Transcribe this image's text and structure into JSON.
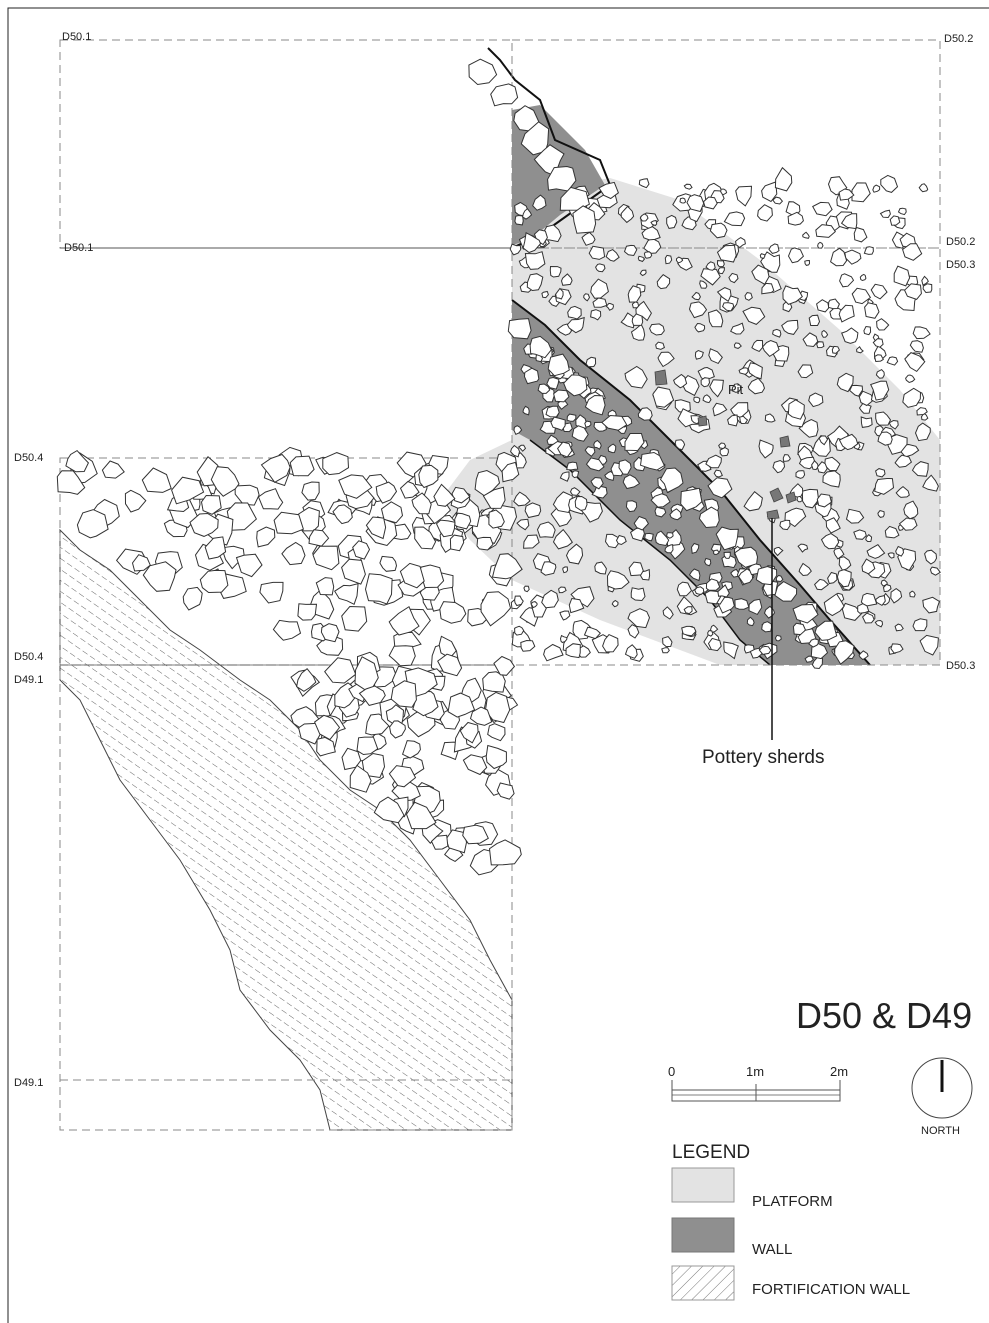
{
  "title": "D50 & D49",
  "points": {
    "d50_1_top": "D50.1",
    "d50_2_top": "D50.2",
    "d50_1_mid": "D50.1",
    "d50_2_mid": "D50.2",
    "d50_3_mid": "D50.3",
    "d50_4_top": "D50.4",
    "d50_4_bottom": "D50.4",
    "d50_3_bottom": "D50.3",
    "d49_1_top": "D49.1",
    "d49_1_bottom": "D49.1"
  },
  "annotations": {
    "pit": "Pit",
    "pottery": "Pottery sherds"
  },
  "scale": {
    "labels": [
      "0",
      "1m",
      "2m"
    ]
  },
  "north": "NORTH",
  "legend": {
    "title": "LEGEND",
    "items": [
      {
        "label": "PLATFORM",
        "color": "#e3e3e3"
      },
      {
        "label": "WALL",
        "color": "#8f8f8f"
      },
      {
        "label": "FORTIFICATION WALL",
        "pattern": "hatch"
      }
    ]
  },
  "colors": {
    "platform": "#e3e3e3",
    "wall": "#8f8f8f",
    "stone_fill": "#ffffff",
    "stone_stroke": "#333333"
  }
}
